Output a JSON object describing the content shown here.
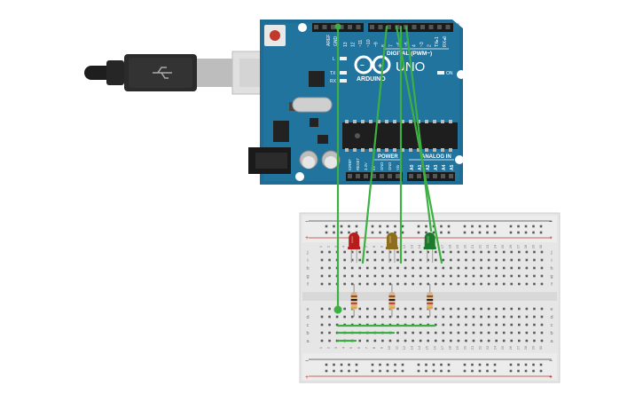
{
  "arduino": {
    "logo_text": "ARDUINO",
    "model": "UNO",
    "digital_header": "DIGITAL (PWM~)",
    "aref": "AREF",
    "gnd": "GND",
    "digital_pins": [
      "13",
      "12",
      "~11",
      "~10",
      "~9",
      "8",
      "7",
      "~6",
      "~5",
      "4",
      "~3",
      "2",
      "TX▸1",
      "RX◂0"
    ],
    "led_l": "L",
    "led_tx": "TX",
    "led_rx": "RX",
    "led_on": "ON",
    "power_label": "POWER",
    "analog_label": "ANALOG IN",
    "power_pins": [
      "IOREF",
      "RESET",
      "3.3V",
      "5V",
      "GND",
      "GND",
      "Vin"
    ],
    "analog_pins": [
      "A0",
      "A1",
      "A2",
      "A3",
      "A4",
      "A5"
    ]
  },
  "breadboard": {
    "columns": [
      "1",
      "2",
      "3",
      "4",
      "5",
      "6",
      "7",
      "8",
      "9",
      "10",
      "11",
      "12",
      "13",
      "14",
      "15",
      "16",
      "17",
      "18",
      "19",
      "20",
      "21",
      "22",
      "23",
      "24",
      "25",
      "26",
      "27",
      "28",
      "29",
      "30"
    ],
    "rows_top": [
      "j",
      "i",
      "h",
      "g",
      "f"
    ],
    "rows_bottom": [
      "e",
      "d",
      "c",
      "b",
      "a"
    ],
    "rail_minus": "−",
    "rail_plus": "+"
  },
  "components": {
    "leds": [
      {
        "color": "#b71c1c"
      },
      {
        "color": "#8d6e1a"
      },
      {
        "color": "#1b7a2b"
      }
    ],
    "wire_color": "#3cb043"
  }
}
